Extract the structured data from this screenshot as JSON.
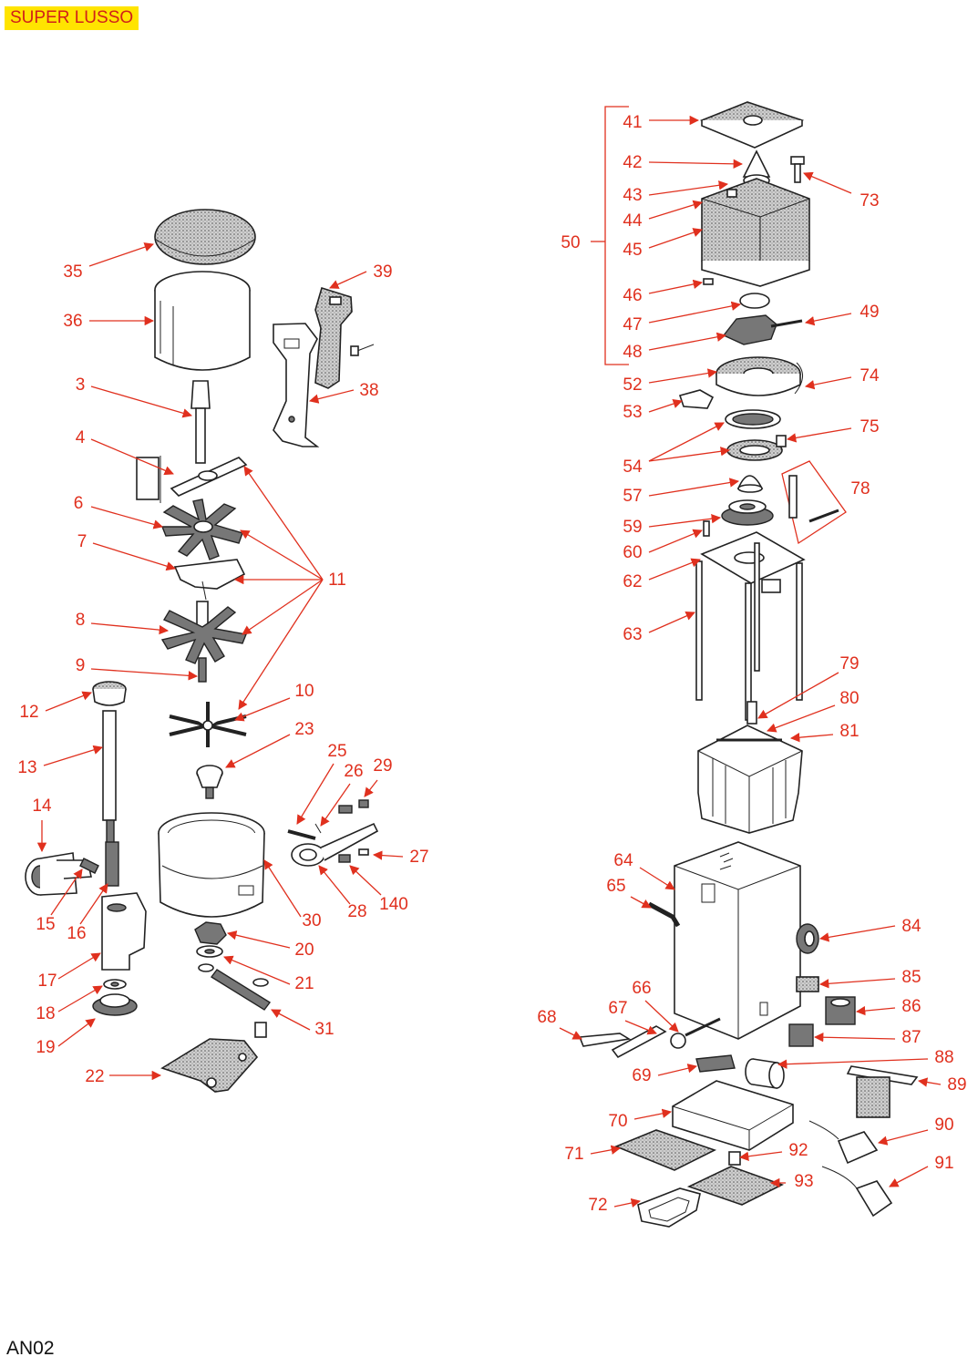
{
  "header": {
    "title": "SUPER LUSSO",
    "title_bg": "#ffe400",
    "label_color": "#e0301e"
  },
  "footer": {
    "code": "AN02"
  },
  "labels": [
    {
      "id": "35",
      "text": "35"
    },
    {
      "id": "36",
      "text": "36"
    },
    {
      "id": "39",
      "text": "39"
    },
    {
      "id": "38",
      "text": "38"
    },
    {
      "id": "3",
      "text": "3"
    },
    {
      "id": "4",
      "text": "4"
    },
    {
      "id": "6",
      "text": "6"
    },
    {
      "id": "7",
      "text": "7"
    },
    {
      "id": "11",
      "text": "11"
    },
    {
      "id": "8",
      "text": "8"
    },
    {
      "id": "9",
      "text": "9"
    },
    {
      "id": "10",
      "text": "10"
    },
    {
      "id": "12",
      "text": "12"
    },
    {
      "id": "13",
      "text": "13"
    },
    {
      "id": "23",
      "text": "23"
    },
    {
      "id": "25",
      "text": "25"
    },
    {
      "id": "26",
      "text": "26"
    },
    {
      "id": "29",
      "text": "29"
    },
    {
      "id": "14",
      "text": "14"
    },
    {
      "id": "27",
      "text": "27"
    },
    {
      "id": "140",
      "text": "140"
    },
    {
      "id": "28",
      "text": "28"
    },
    {
      "id": "30",
      "text": "30"
    },
    {
      "id": "15",
      "text": "15"
    },
    {
      "id": "16",
      "text": "16"
    },
    {
      "id": "17",
      "text": "17"
    },
    {
      "id": "20",
      "text": "20"
    },
    {
      "id": "21",
      "text": "21"
    },
    {
      "id": "18",
      "text": "18"
    },
    {
      "id": "19",
      "text": "19"
    },
    {
      "id": "31",
      "text": "31"
    },
    {
      "id": "22",
      "text": "22"
    },
    {
      "id": "41",
      "text": "41"
    },
    {
      "id": "42",
      "text": "42"
    },
    {
      "id": "43",
      "text": "43"
    },
    {
      "id": "44",
      "text": "44"
    },
    {
      "id": "45",
      "text": "45"
    },
    {
      "id": "50",
      "text": "50"
    },
    {
      "id": "73",
      "text": "73"
    },
    {
      "id": "46",
      "text": "46"
    },
    {
      "id": "47",
      "text": "47"
    },
    {
      "id": "48",
      "text": "48"
    },
    {
      "id": "49",
      "text": "49"
    },
    {
      "id": "52",
      "text": "52"
    },
    {
      "id": "74",
      "text": "74"
    },
    {
      "id": "53",
      "text": "53"
    },
    {
      "id": "75",
      "text": "75"
    },
    {
      "id": "54",
      "text": "54"
    },
    {
      "id": "57",
      "text": "57"
    },
    {
      "id": "78",
      "text": "78"
    },
    {
      "id": "59",
      "text": "59"
    },
    {
      "id": "60",
      "text": "60"
    },
    {
      "id": "62",
      "text": "62"
    },
    {
      "id": "63",
      "text": "63"
    },
    {
      "id": "79",
      "text": "79"
    },
    {
      "id": "80",
      "text": "80"
    },
    {
      "id": "81",
      "text": "81"
    },
    {
      "id": "64",
      "text": "64"
    },
    {
      "id": "65",
      "text": "65"
    },
    {
      "id": "84",
      "text": "84"
    },
    {
      "id": "85",
      "text": "85"
    },
    {
      "id": "66",
      "text": "66"
    },
    {
      "id": "67",
      "text": "67"
    },
    {
      "id": "68",
      "text": "68"
    },
    {
      "id": "86",
      "text": "86"
    },
    {
      "id": "87",
      "text": "87"
    },
    {
      "id": "88",
      "text": "88"
    },
    {
      "id": "69",
      "text": "69"
    },
    {
      "id": "89",
      "text": "89"
    },
    {
      "id": "70",
      "text": "70"
    },
    {
      "id": "90",
      "text": "90"
    },
    {
      "id": "71",
      "text": "71"
    },
    {
      "id": "92",
      "text": "92"
    },
    {
      "id": "93",
      "text": "93"
    },
    {
      "id": "91",
      "text": "91"
    },
    {
      "id": "72",
      "text": "72"
    }
  ]
}
